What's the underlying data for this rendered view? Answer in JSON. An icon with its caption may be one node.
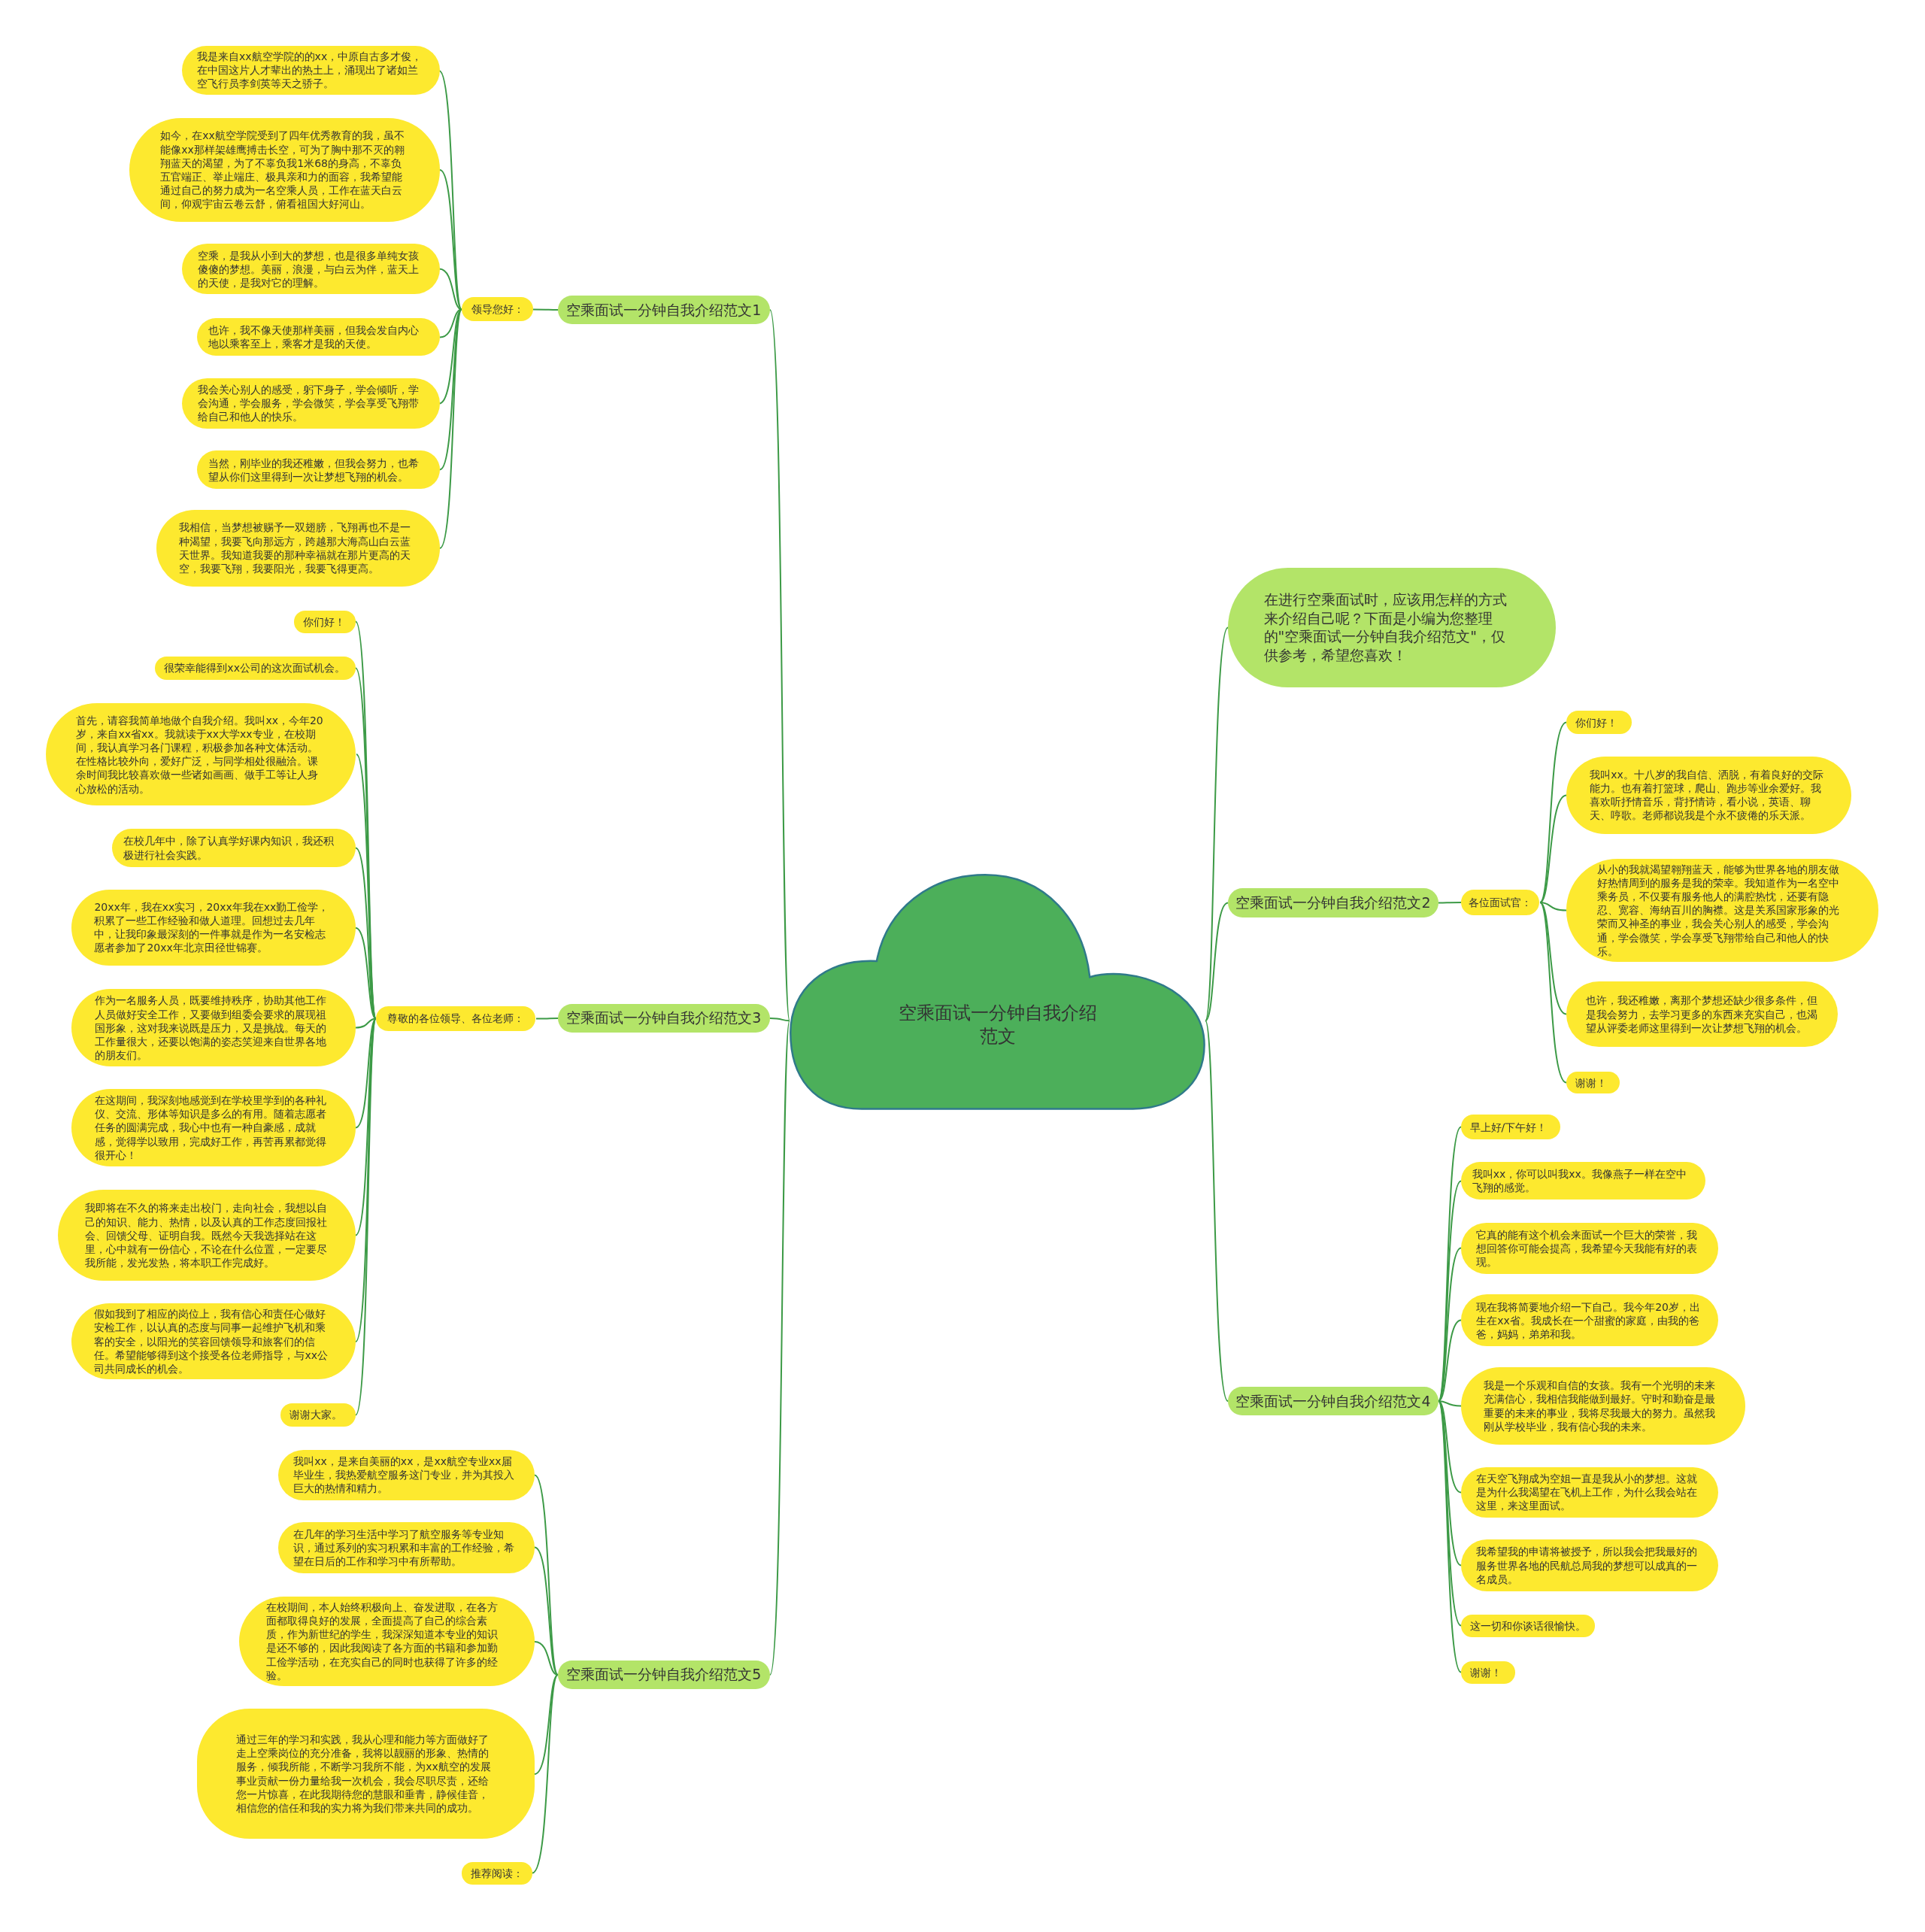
{
  "diagram": {
    "nodes": [
      {
        "text": [
          "空乘面试一分钟自我介绍范文"
        ]
      },
      {
        "text": [
          "空乘面试一分钟自我介绍范文1"
        ]
      },
      {
        "text": [
          "领导您好："
        ]
      },
      {
        "text": [
          "我是来自xx航空学院的的xx，中原自古多才俊，在中国这片人才辈出的热土上，涌现出了诸如兰空飞行员李剑英等天之骄子。"
        ]
      },
      {
        "text": [
          "如今，在xx航空学院受到了四年优秀教育的我，虽不能像xx那样架雄鹰搏击长空，可为了胸中那不灭的翱翔蓝天的渴望，为了不辜负我1米68的身高，不辜负五官端正、举止端庄、极具亲和力的面容，我希望能通过自己的努力成为一名空乘人员，工作在蓝天白云间，仰观宇宙云卷云舒，俯看祖国大好河山。"
        ]
      },
      {
        "text": [
          "空乘，是我从小到大的梦想，也是很多单纯女孩傻傻的梦想。美丽，浪漫，与白云为伴，蓝天上的天使，是我对它的理解。"
        ]
      },
      {
        "text": [
          "也许，我不像天使那样美丽，但我会发自内心地以乘客至上，乘客才是我的天使。"
        ]
      },
      {
        "text": [
          "我会关心别人的感受，躬下身子，学会倾听，学会沟通，学会服务，学会微笑，学会享受飞翔带给自己和他人的快乐。"
        ]
      },
      {
        "text": [
          "当然，刚毕业的我还稚嫩，但我会努力，也希望从你们这里得到一次让梦想飞翔的机会。"
        ]
      },
      {
        "text": [
          "我相信，当梦想被赐予一双翅膀，飞翔再也不是一种渴望，我要飞向那远方，跨越那大海高山白云蓝天世界。我知道我要的那种幸福就在那片更高的天空，我要飞翔，我要阳光，我要飞得更高。"
        ]
      },
      {
        "text": [
          "在进行空乘面试时，应该用怎样的方式来介绍自己呢？下面是小编为您整理的\"空乘面试一分钟自我介绍范文\"，仅供参考，希望您喜欢！"
        ]
      },
      {
        "text": [
          "空乘面试一分钟自我介绍范文2"
        ]
      },
      {
        "text": [
          "各位面试官："
        ]
      },
      {
        "text": [
          "你们好！"
        ]
      },
      {
        "text": [
          "我叫xx。十八岁的我自信、洒脱，有着良好的交际能力。也有着打篮球，爬山、跑步等业余爱好。我喜欢听抒情音乐，背抒情诗，看小说，英语、聊天、哼歌。老师都说我是个永不疲倦的乐天派。"
        ]
      },
      {
        "text": [
          "从小的我就渴望翱翔蓝天，能够为世界各地的朋友做好热情周到的服务是我的荣幸。我知道作为一名空中乘务员，不仅要有服务他人的满腔热忱，还要有隐忍、宽容、海纳百川的胸襟。这是关系国家形象的光荣而又神圣的事业，我会关心别人的感受，学会沟通，学会微笑，学会享受飞翔带给自己和他人的快乐。"
        ]
      },
      {
        "text": [
          "也许，我还稚嫩，离那个梦想还缺少很多条件，但是我会努力，去学习更多的东西来充实自己，也渴望从评委老师这里得到一次让梦想飞翔的机会。"
        ]
      },
      {
        "text": [
          "谢谢！"
        ]
      },
      {
        "text": [
          "空乘面试一分钟自我介绍范文3"
        ]
      },
      {
        "text": [
          "尊敬的各位领导、各位老师："
        ]
      },
      {
        "text": [
          "你们好！"
        ]
      },
      {
        "text": [
          "很荣幸能得到xx公司的这次面试机会。"
        ]
      },
      {
        "text": [
          "首先，请容我简单地做个自我介绍。我叫xx，今年20岁，来自xx省xx。我就读于xx大学xx专业，在校期间，我认真学习各门课程，积极参加各种文体活动。在性格比较外向，爱好广泛，与同学相处很融洽。课余时间我比较喜欢做一些诸如画画、做手工等让人身心放松的活动。"
        ]
      },
      {
        "text": [
          "在校几年中，除了认真学好课内知识，我还积极进行社会实践。"
        ]
      },
      {
        "text": [
          "20xx年，我在xx实习，20xx年我在xx勤工俭学，积累了一些工作经验和做人道理。回想过去几年中，让我印象最深刻的一件事就是作为一名安检志愿者参加了20xx年北京田径世锦赛。"
        ]
      },
      {
        "text": [
          "作为一名服务人员，既要维持秩序，协助其他工作人员做好安全工作，又要做到组委会要求的展现祖国形象，这对我来说既是压力，又是挑战。每天的工作量很大，还要以饱满的姿态笑迎来自世界各地的朋友们。"
        ]
      },
      {
        "text": [
          "在这期间，我深刻地感觉到在学校里学到的各种礼仪、交流、形体等知识是多么的有用。随着志愿者任务的圆满完成，我心中也有一种自豪感，成就感，觉得学以致用，完成好工作，再苦再累都觉得很开心！"
        ]
      },
      {
        "text": [
          "我即将在不久的将来走出校门，走向社会，我想以自己的知识、能力、热情，以及认真的工作态度回报社会、回馈父母、证明自我。既然今天我选择站在这里，心中就有一份信心，不论在什么位置，一定要尽我所能，发光发热，将本职工作完成好。"
        ]
      },
      {
        "text": [
          "假如我到了相应的岗位上，我有信心和责任心做好安检工作，以认真的态度与同事一起维护飞机和乘客的安全，以阳光的笑容回馈领导和旅客们的信任。希望能够得到这个接受各位老师指导，与xx公司共同成长的机会。"
        ]
      },
      {
        "text": [
          "谢谢大家。"
        ]
      },
      {
        "text": [
          "空乘面试一分钟自我介绍范文4"
        ]
      },
      {
        "text": [
          "早上好/下午好！"
        ]
      },
      {
        "text": [
          "我叫xx，你可以叫我xx。我像燕子一样在空中飞翔的感觉。"
        ]
      },
      {
        "text": [
          "它真的能有这个机会来面试一个巨大的荣誉，我想回答你可能会提高，我希望今天我能有好的表现。"
        ]
      },
      {
        "text": [
          "现在我将简要地介绍一下自己。我今年20岁，出生在xx省。我成长在一个甜蜜的家庭，由我的爸爸，妈妈，弟弟和我。"
        ]
      },
      {
        "text": [
          "我是一个乐观和自信的女孩。我有一个光明的未来充满信心，我相信我能做到最好。守时和勤奋是最重要的未来的事业，我将尽我最大的努力。虽然我刚从学校毕业，我有信心我的未来。"
        ]
      },
      {
        "text": [
          "在天空飞翔成为空姐一直是我从小的梦想。这就是为什么我渴望在飞机上工作，为什么我会站在这里，来这里面试。"
        ]
      },
      {
        "text": [
          "我希望我的申请将被授予，所以我会把我最好的服务世界各地的民航总局我的梦想可以成真的一名成员。"
        ]
      },
      {
        "text": [
          "这一切和你谈话很愉快。"
        ]
      },
      {
        "text": [
          "谢谢！"
        ]
      },
      {
        "text": [
          "空乘面试一分钟自我介绍范文5"
        ]
      },
      {
        "text": [
          "我叫xx，是来自美丽的xx，是xx航空专业xx届毕业生，我热爱航空服务这门专业，并为其投入巨大的热情和精力。"
        ]
      },
      {
        "text": [
          "在几年的学习生活中学习了航空服务等专业知识，通过系列的实习积累和丰富的工作经验，希望在日后的工作和学习中有所帮助。"
        ]
      },
      {
        "text": [
          "在校期间，本人始终积极向上、奋发进取，在各方面都取得良好的发展，全面提高了自己的综合素质，作为新世纪的学生，我深深知道本专业的知识是还不够的，因此我阅读了各方面的书籍和参加勤工俭学活动，在充实自己的同时也获得了许多的经验。"
        ]
      },
      {
        "text": [
          "通过三年的学习和实践，我从心理和能力等方面做好了走上空乘岗位的充分准备，我将以靓丽的形象、热情的服务，倾我所能，不断学习我所不能，为xx航空的发展事业贡献一份力量给我一次机会，我会尽职尽责，还给您一片惊喜，在此我期待您的慧眼和垂青，静候佳音，相信您的信任和我的实力将为我们带来共同的成功。"
        ]
      },
      {
        "text": [
          "推荐阅读："
        ]
      }
    ],
    "edges": [
      {
        "from": 0,
        "to": 1,
        "arrow": "none"
      },
      {
        "from": 0,
        "to": 10,
        "arrow": "none"
      },
      {
        "from": 0,
        "to": 11,
        "arrow": "none"
      },
      {
        "from": 0,
        "to": 18,
        "arrow": "none"
      },
      {
        "from": 0,
        "to": 30,
        "arrow": "none"
      },
      {
        "from": 0,
        "to": 40,
        "arrow": "none"
      },
      {
        "from": 1,
        "to": 2,
        "arrow": "none"
      },
      {
        "from": 2,
        "to": 3,
        "arrow": "none"
      },
      {
        "from": 2,
        "to": 4,
        "arrow": "none"
      },
      {
        "from": 2,
        "to": 5,
        "arrow": "none"
      },
      {
        "from": 2,
        "to": 6,
        "arrow": "none"
      },
      {
        "from": 2,
        "to": 7,
        "arrow": "none"
      },
      {
        "from": 2,
        "to": 8,
        "arrow": "none"
      },
      {
        "from": 2,
        "to": 9,
        "arrow": "none"
      },
      {
        "from": 11,
        "to": 12,
        "arrow": "none"
      },
      {
        "from": 12,
        "to": 13,
        "arrow": "none"
      },
      {
        "from": 12,
        "to": 14,
        "arrow": "none"
      },
      {
        "from": 12,
        "to": 15,
        "arrow": "none"
      },
      {
        "from": 12,
        "to": 16,
        "arrow": "none"
      },
      {
        "from": 12,
        "to": 17,
        "arrow": "none"
      },
      {
        "from": 18,
        "to": 19,
        "arrow": "none"
      },
      {
        "from": 19,
        "to": 20,
        "arrow": "none"
      },
      {
        "from": 19,
        "to": 21,
        "arrow": "none"
      },
      {
        "from": 19,
        "to": 22,
        "arrow": "none"
      },
      {
        "from": 19,
        "to": 23,
        "arrow": "none"
      },
      {
        "from": 19,
        "to": 24,
        "arrow": "none"
      },
      {
        "from": 19,
        "to": 25,
        "arrow": "none"
      },
      {
        "from": 19,
        "to": 26,
        "arrow": "none"
      },
      {
        "from": 19,
        "to": 27,
        "arrow": "none"
      },
      {
        "from": 19,
        "to": 28,
        "arrow": "none"
      },
      {
        "from": 19,
        "to": 29,
        "arrow": "none"
      },
      {
        "from": 30,
        "to": 31,
        "arrow": "none"
      },
      {
        "from": 30,
        "to": 32,
        "arrow": "none"
      },
      {
        "from": 30,
        "to": 33,
        "arrow": "none"
      },
      {
        "from": 30,
        "to": 34,
        "arrow": "none"
      },
      {
        "from": 30,
        "to": 35,
        "arrow": "none"
      },
      {
        "from": 30,
        "to": 36,
        "arrow": "none"
      },
      {
        "from": 30,
        "to": 37,
        "arrow": "none"
      },
      {
        "from": 30,
        "to": 38,
        "arrow": "none"
      },
      {
        "from": 30,
        "to": 39,
        "arrow": "none"
      },
      {
        "from": 40,
        "to": 41,
        "arrow": "none"
      },
      {
        "from": 40,
        "to": 42,
        "arrow": "none"
      },
      {
        "from": 40,
        "to": 43,
        "arrow": "none"
      },
      {
        "from": 40,
        "to": 44,
        "arrow": "none"
      },
      {
        "from": 40,
        "to": 45,
        "arrow": "none"
      }
    ]
  }
}
